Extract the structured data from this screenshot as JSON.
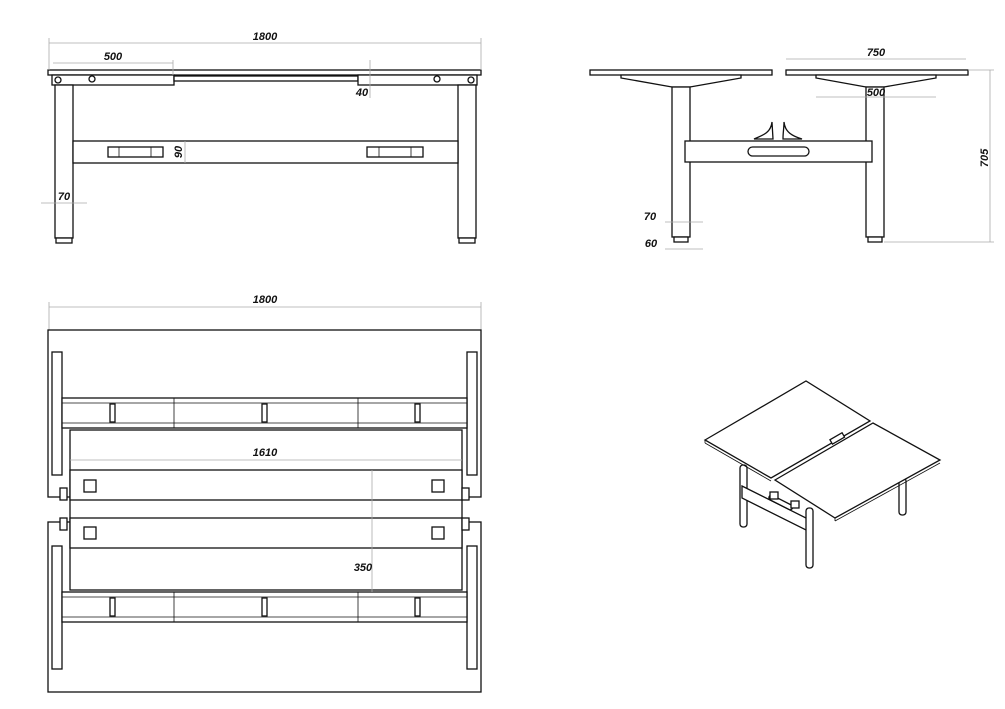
{
  "front_view": {
    "overall_width": "1800",
    "bracket_width": "500",
    "rail_height": "40",
    "crossbar_height": "90",
    "leg_width": "70"
  },
  "side_view": {
    "top_depth": "750",
    "bracket_width": "500",
    "overall_height": "705",
    "leg_width": "70",
    "foot_width": "60"
  },
  "top_view": {
    "overall_width": "1800",
    "beam_length": "1610",
    "beam_spacing": "350"
  }
}
